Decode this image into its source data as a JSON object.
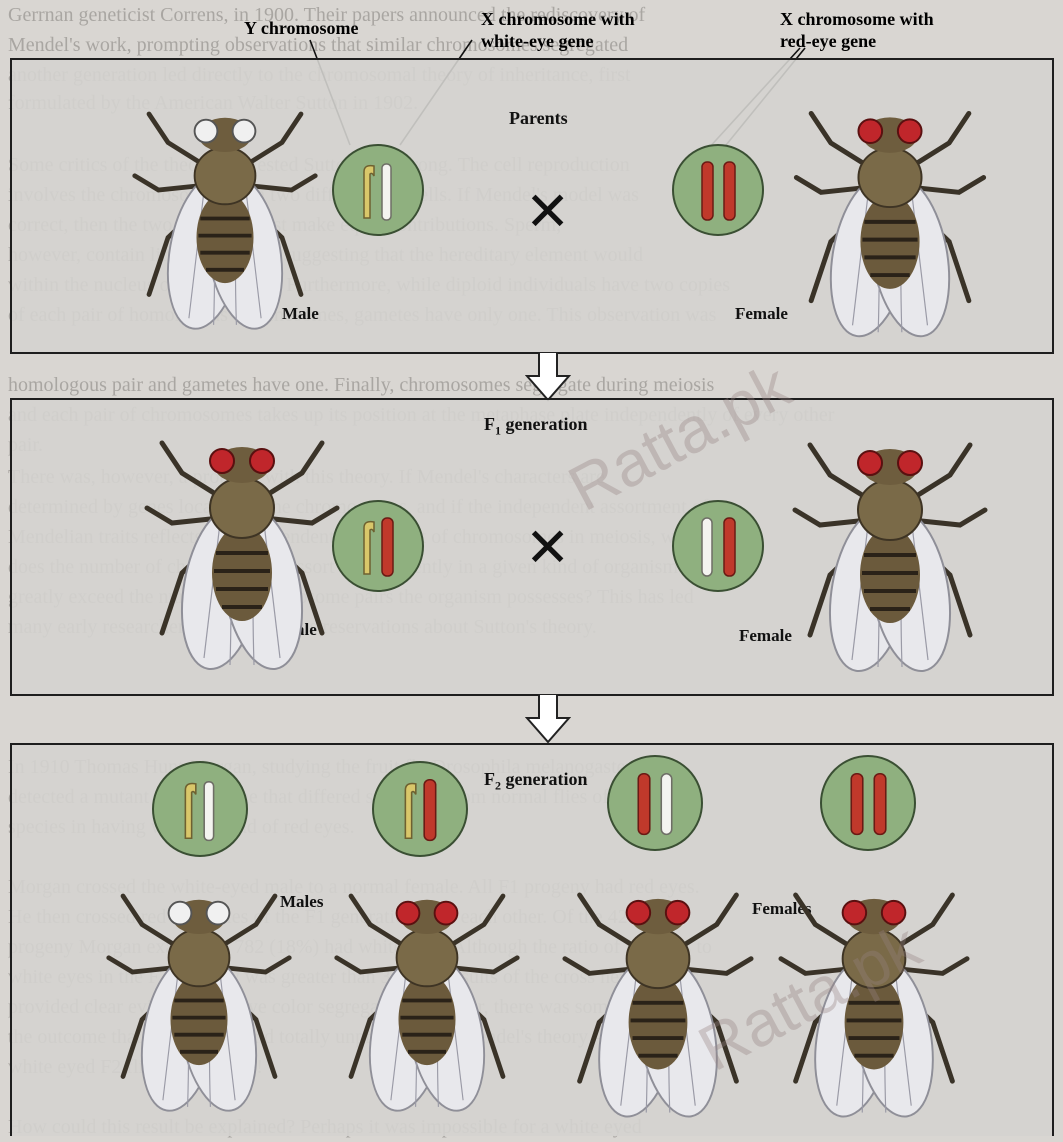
{
  "labels": {
    "y_chromosome": "Y chromosome",
    "x_white": "X chromosome with white-eye gene",
    "x_white_l1": "X chromosome with",
    "x_white_l2": "white-eye gene",
    "x_red_l1": "X chromosome with",
    "x_red_l2": "red-eye gene"
  },
  "panels": {
    "parents": {
      "title": "Parents",
      "male": "Male",
      "female": "Female",
      "cross": "✕"
    },
    "f1": {
      "title_main": "F",
      "title_sub": "1",
      "title_rest": " generation",
      "male": "Male",
      "female": "Female",
      "cross": "✕"
    },
    "f2": {
      "title_main": "F",
      "title_sub": "2",
      "title_rest": " generation",
      "males": "Males",
      "females": "Females"
    }
  },
  "watermark": "Ratta.pk",
  "colors": {
    "red_chrom": "#c0392b",
    "white_chrom": "#f4f4f0",
    "y_chrom": "#d9c76a",
    "circle": "#8fb07f",
    "red_eye": "#c0262b",
    "white_eye": "#f2f2f2"
  }
}
